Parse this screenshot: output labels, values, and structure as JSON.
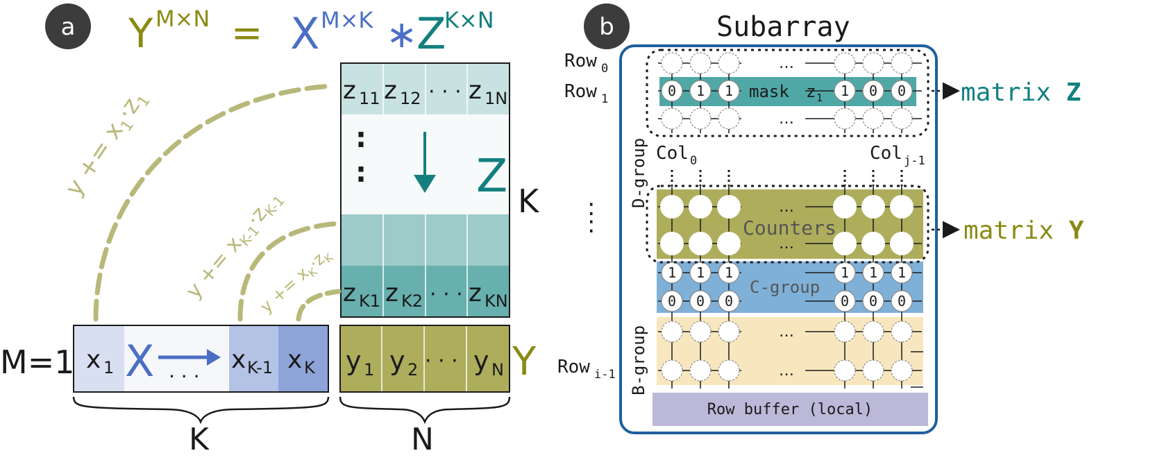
{
  "colors": {
    "olive": "#8a8a14",
    "blue": "#4a6fc4",
    "teal": "#137f7f",
    "dark": "#1a1a1a",
    "badge": "#3c3c3c",
    "subarray_border": "#1f5f9f",
    "dash": "#b8b87a"
  },
  "panel_a": {
    "badge": "a",
    "equation": {
      "y": "Y",
      "y_sup": "M×N",
      "eq": "=",
      "x": "X",
      "x_sup": "M×K",
      "mul": "∗",
      "z": "Z",
      "z_sup": "K×N"
    },
    "z_matrix": {
      "row1": [
        "z",
        "11",
        "z",
        "12",
        "· · ·",
        "z",
        "1N"
      ],
      "rowk": [
        "z",
        "K1",
        "z",
        "K2",
        "· · ·",
        "z",
        "KN"
      ],
      "vdots": ":",
      "label": "Z",
      "k_label": "K"
    },
    "x_vector": {
      "m_label": "M=1",
      "x1": "x",
      "x1_sub": "1",
      "big": "X",
      "dots": ". . .",
      "xk1": "x",
      "xk1_sub": "K-1",
      "xk": "x",
      "xk_sub": "K",
      "brace": "K"
    },
    "y_vector": {
      "y1": "y",
      "y1_sub": "1",
      "y2": "y",
      "y2_sub": "2",
      "dots": "· · ·",
      "yn": "y",
      "yn_sub": "N",
      "label": "Y",
      "brace": "N"
    },
    "arrows": {
      "a1": {
        "y": "y",
        "op": " += x",
        "xs": "1",
        "dot": "·z",
        "zs": "1"
      },
      "a2": {
        "y": "y",
        "op": " += x",
        "xs": "K-1",
        "dot": "·z",
        "zs": "K-1"
      },
      "a3": {
        "y": "y",
        "op": " += x",
        "xs": "K",
        "dot": "·z",
        "zs": "K"
      }
    }
  },
  "panel_b": {
    "badge": "b",
    "title": "Subarray",
    "row0": "Row",
    "row0_sub": "0",
    "row1": "Row",
    "row1_sub": "1",
    "rowi": "Row",
    "rowi_sub": "i-1",
    "col0": "Col",
    "col0_sub": "0",
    "colj": "Col",
    "colj_sub": "j-1",
    "dgroup": "D-group",
    "bgroup": "B-group",
    "cgroup": "C-group",
    "counters": "Counters",
    "mask": "mask",
    "mask_z": "z",
    "mask_z_sub": "1",
    "ellipsis": "…",
    "vdots": ":",
    "mask_bits": [
      "0",
      "1",
      "1",
      "1",
      "0",
      "0"
    ],
    "cgroup_top_bits": [
      "1",
      "1",
      "1",
      "1",
      "1",
      "1"
    ],
    "cgroup_bottom_bits": [
      "0",
      "0",
      "0",
      "0",
      "0",
      "0"
    ],
    "row_buffer": "Row buffer (local)",
    "matrix_z_label": "matrix ",
    "matrix_z_bold": "Z",
    "matrix_y_label": "matrix ",
    "matrix_y_bold": "Y"
  }
}
